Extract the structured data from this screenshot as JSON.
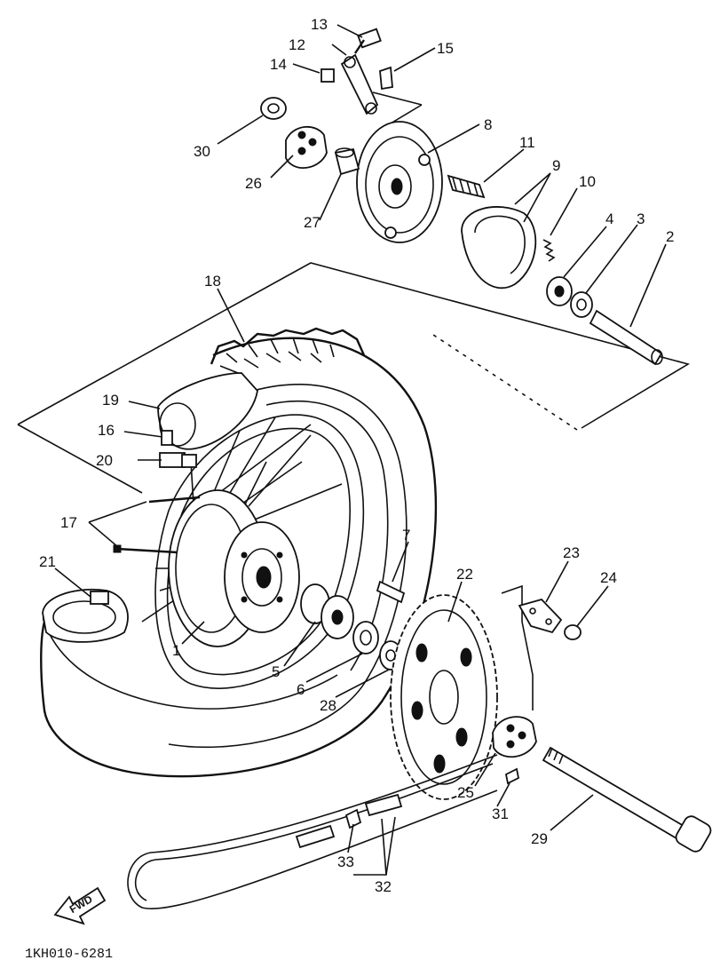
{
  "parts": [
    {
      "id": "p13",
      "label": "13"
    },
    {
      "id": "p12",
      "label": "12"
    },
    {
      "id": "p15",
      "label": "15"
    },
    {
      "id": "p14",
      "label": "14"
    },
    {
      "id": "p30",
      "label": "30"
    },
    {
      "id": "p26",
      "label": "26"
    },
    {
      "id": "p8",
      "label": "8"
    },
    {
      "id": "p11",
      "label": "11"
    },
    {
      "id": "p9",
      "label": "9"
    },
    {
      "id": "p10",
      "label": "10"
    },
    {
      "id": "p4",
      "label": "4"
    },
    {
      "id": "p3",
      "label": "3"
    },
    {
      "id": "p2",
      "label": "2"
    },
    {
      "id": "p27",
      "label": "27"
    },
    {
      "id": "p18",
      "label": "18"
    },
    {
      "id": "p19",
      "label": "19"
    },
    {
      "id": "p16",
      "label": "16"
    },
    {
      "id": "p20",
      "label": "20"
    },
    {
      "id": "p17",
      "label": "17"
    },
    {
      "id": "p21",
      "label": "21"
    },
    {
      "id": "p7",
      "label": "7"
    },
    {
      "id": "p22",
      "label": "22"
    },
    {
      "id": "p23",
      "label": "23"
    },
    {
      "id": "p24",
      "label": "24"
    },
    {
      "id": "p1",
      "label": "1"
    },
    {
      "id": "p5",
      "label": "5"
    },
    {
      "id": "p6",
      "label": "6"
    },
    {
      "id": "p28",
      "label": "28"
    },
    {
      "id": "p25",
      "label": "25"
    },
    {
      "id": "p31",
      "label": "31"
    },
    {
      "id": "p29",
      "label": "29"
    },
    {
      "id": "p33",
      "label": "33"
    },
    {
      "id": "p32",
      "label": "32"
    }
  ],
  "fwd_label": "FWD",
  "drawing_code": "1KH010-6281"
}
